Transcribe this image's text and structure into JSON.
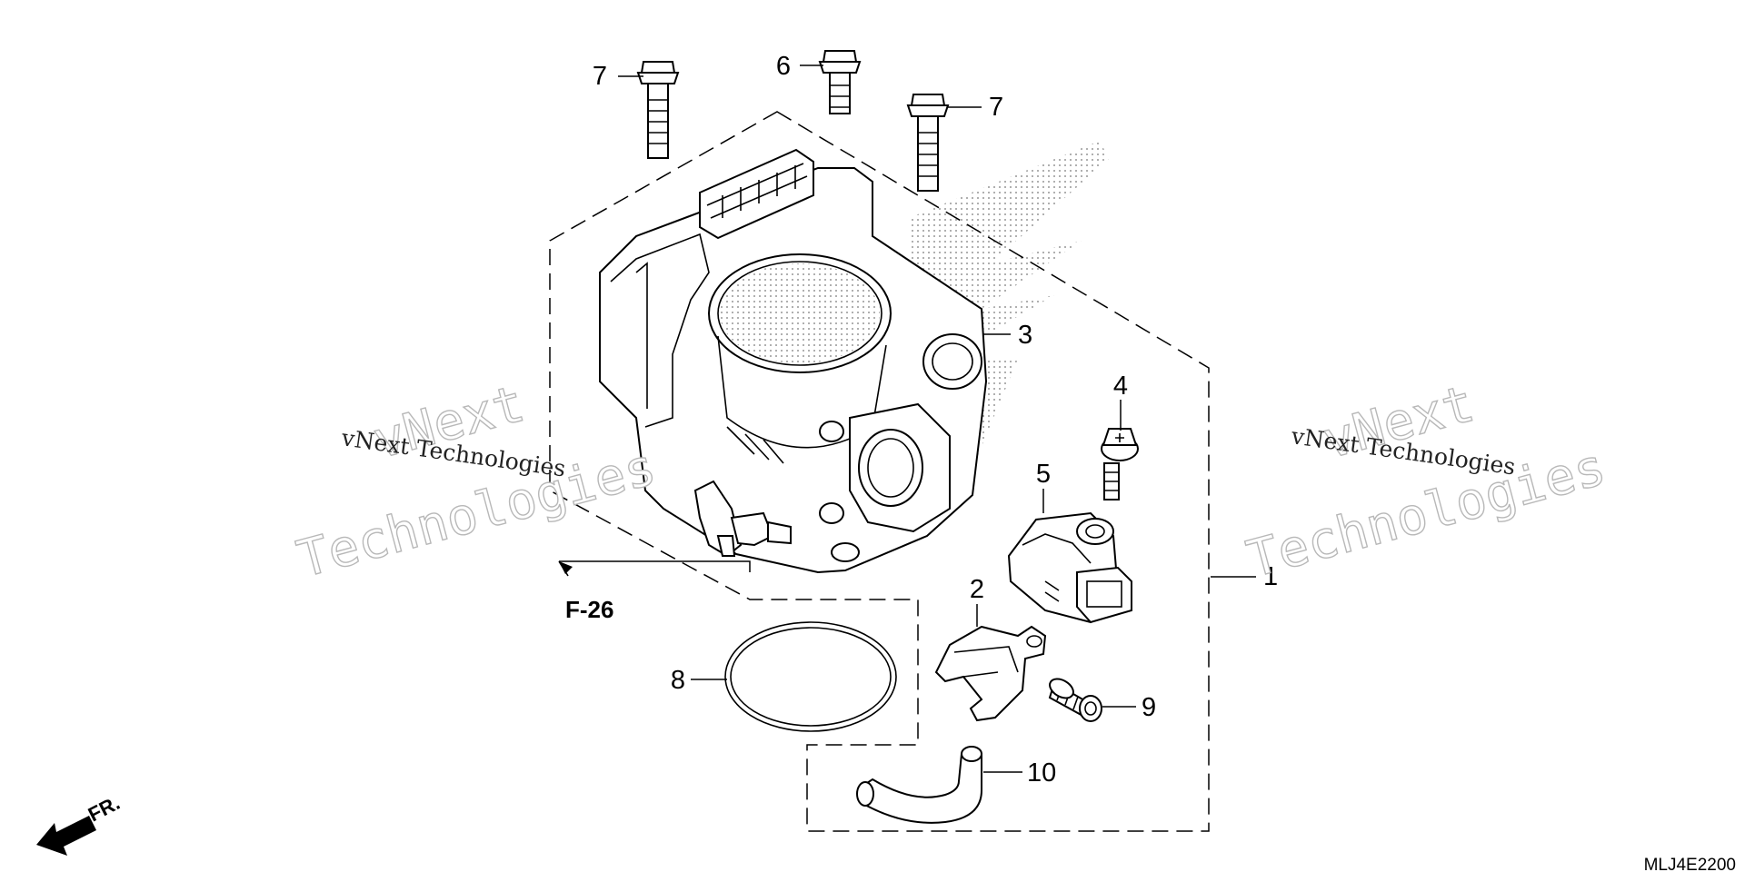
{
  "callouts": {
    "p1": "1",
    "p2": "2",
    "p3": "3",
    "p4": "4",
    "p5": "5",
    "p6": "6",
    "p7a": "7",
    "p7b": "7",
    "p8": "8",
    "p9": "9",
    "p10": "10"
  },
  "reference": "F-26",
  "direction": "FR.",
  "diagram_code": "MLJ4E2200",
  "watermarks": {
    "left_brand": "vNext",
    "left_tech": "Technologies",
    "left_caption": "vNext Technologies",
    "right_brand": "vNext",
    "right_tech": "Technologies",
    "right_caption": "vNext Technologies"
  }
}
